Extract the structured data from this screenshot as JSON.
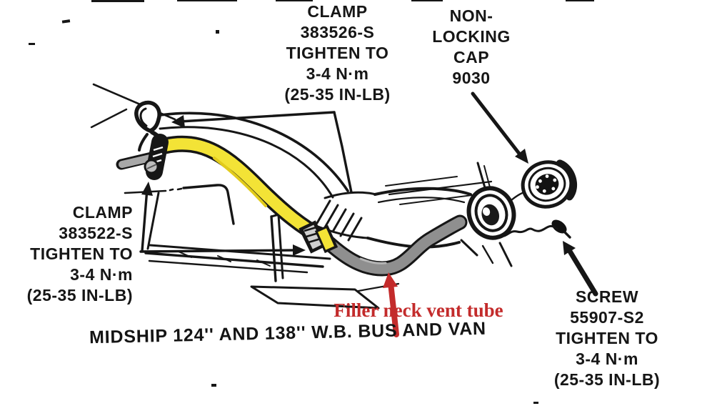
{
  "figure": {
    "type": "service-manual-diagram",
    "caption": "MIDSHIP 124'' AND 138'' W.B. BUS AND VAN",
    "annotation": "Filler neck vent tube",
    "labels": {
      "clamp_top": [
        "CLAMP",
        "383526-S",
        "TIGHTEN TO",
        "3-4 N·m",
        "(25-35 IN-LB)"
      ],
      "cap": [
        "NON-",
        "LOCKING",
        "CAP",
        "9030"
      ],
      "clamp_left": [
        "CLAMP",
        "383522-S",
        "TIGHTEN TO",
        "3-4 N·m",
        "(25-35 IN-LB)"
      ],
      "screw": [
        "SCREW",
        "55907-S2",
        "TIGHTEN TO",
        "3-4 N·m",
        "(25-35 IN-LB)"
      ]
    },
    "colors": {
      "ink": "#161616",
      "hose_yellow": "#f3e336",
      "vent_tube_gray": "#8f8f8f",
      "annotation_red": "#c32b2b",
      "background": "#ffffff"
    }
  }
}
